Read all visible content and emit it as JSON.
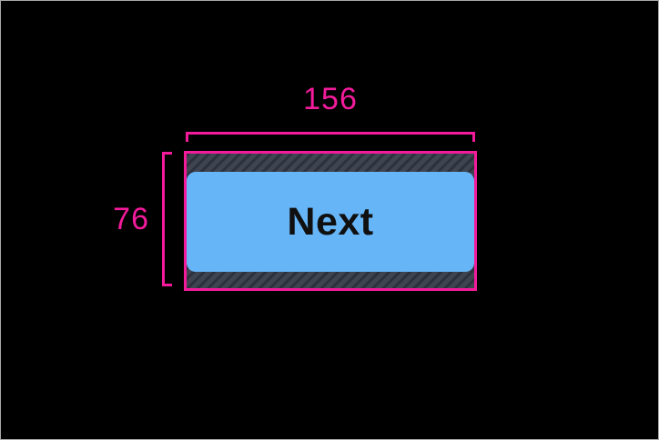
{
  "inspector": {
    "width_label": "156",
    "height_label": "76"
  },
  "button": {
    "label": "Next"
  },
  "colors": {
    "measure": "#f31b9b",
    "padding_base": "#3e4450",
    "padding_stripe": "#2c313c",
    "button_fill": "#66b5f7",
    "button_text": "#101010",
    "background": "#000000",
    "frame_border": "#a9a9a9"
  }
}
